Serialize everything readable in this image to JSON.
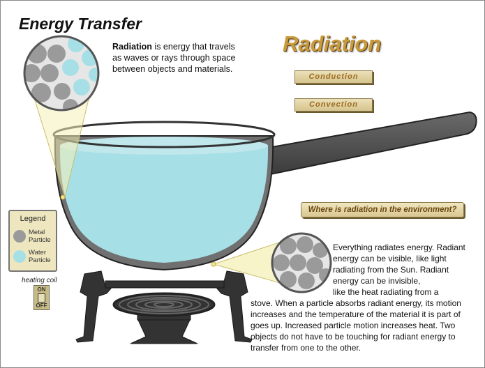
{
  "page": {
    "title": "Energy Transfer",
    "heading": "Radiation"
  },
  "intro": {
    "term": "Radiation",
    "text": " is energy that travels as waves or rays through space between objects and materials."
  },
  "nav": {
    "conduction_label": "Conduction",
    "convection_label": "Convection",
    "question_label": "Where is radiation in the environment?"
  },
  "description": {
    "top": "Everything radiates energy. Radiant energy can be visible, like light radiating from the Sun. Radiant energy can be invisible,",
    "indent": "like the heat radiating from a",
    "main": "stove. When a particle absorbs radiant energy, its motion increases and the temperature of the material it is part of goes up. Increased particle motion increases heat.  Two objects do not have to be touching for radiant energy to transfer from one to the other."
  },
  "legend": {
    "title": "Legend",
    "metal_line1": "Metal",
    "metal_line2": "Particle",
    "water_line1": "Water",
    "water_line2": "Particle"
  },
  "coil": {
    "label": "heating coil",
    "switch_on": "ON",
    "switch_off": "OFF"
  },
  "colors": {
    "water": "#a7dfe6",
    "metal": "#9a9a9a",
    "accent_gold": "#c89a3c",
    "lens": "#f6f0b8",
    "stove": "#333333"
  }
}
